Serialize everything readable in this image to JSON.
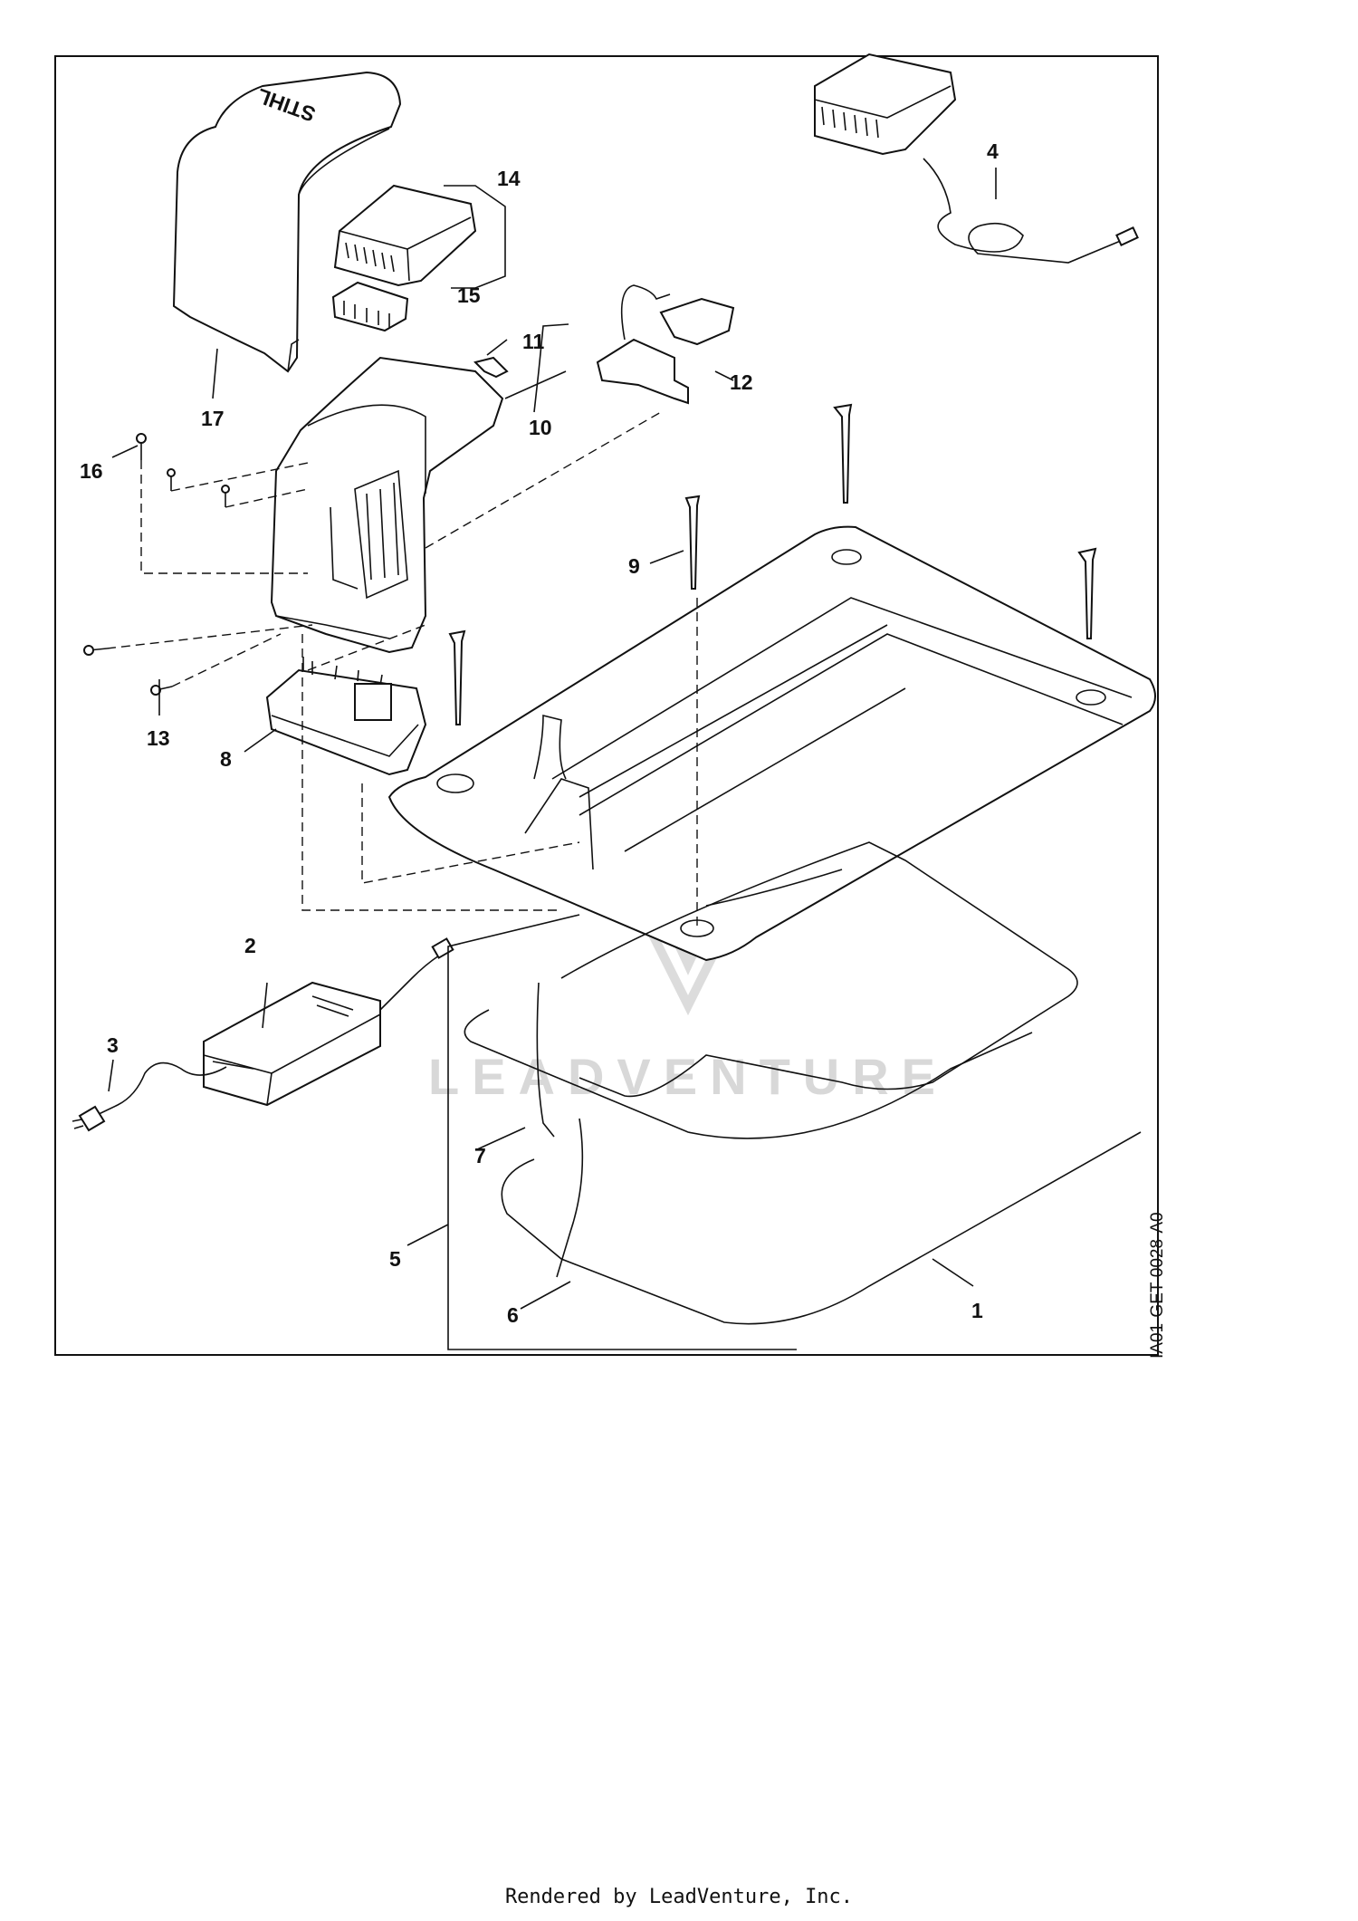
{
  "diagram": {
    "brand_text": "STIHL",
    "watermark": "LEADVENTURE",
    "drawing_code": "IA01-GET-0028-A0",
    "callouts": [
      {
        "id": "c1",
        "label": "1"
      },
      {
        "id": "c2",
        "label": "2"
      },
      {
        "id": "c3",
        "label": "3"
      },
      {
        "id": "c4",
        "label": "4"
      },
      {
        "id": "c5",
        "label": "5"
      },
      {
        "id": "c6",
        "label": "6"
      },
      {
        "id": "c7",
        "label": "7"
      },
      {
        "id": "c8",
        "label": "8"
      },
      {
        "id": "c9",
        "label": "9"
      },
      {
        "id": "c10",
        "label": "10"
      },
      {
        "id": "c11",
        "label": "11"
      },
      {
        "id": "c12",
        "label": "12"
      },
      {
        "id": "c13",
        "label": "13"
      },
      {
        "id": "c14",
        "label": "14"
      },
      {
        "id": "c15",
        "label": "15"
      },
      {
        "id": "c16",
        "label": "16"
      },
      {
        "id": "c17",
        "label": "17"
      }
    ]
  },
  "footer": {
    "text": "Rendered by LeadVenture, Inc."
  }
}
